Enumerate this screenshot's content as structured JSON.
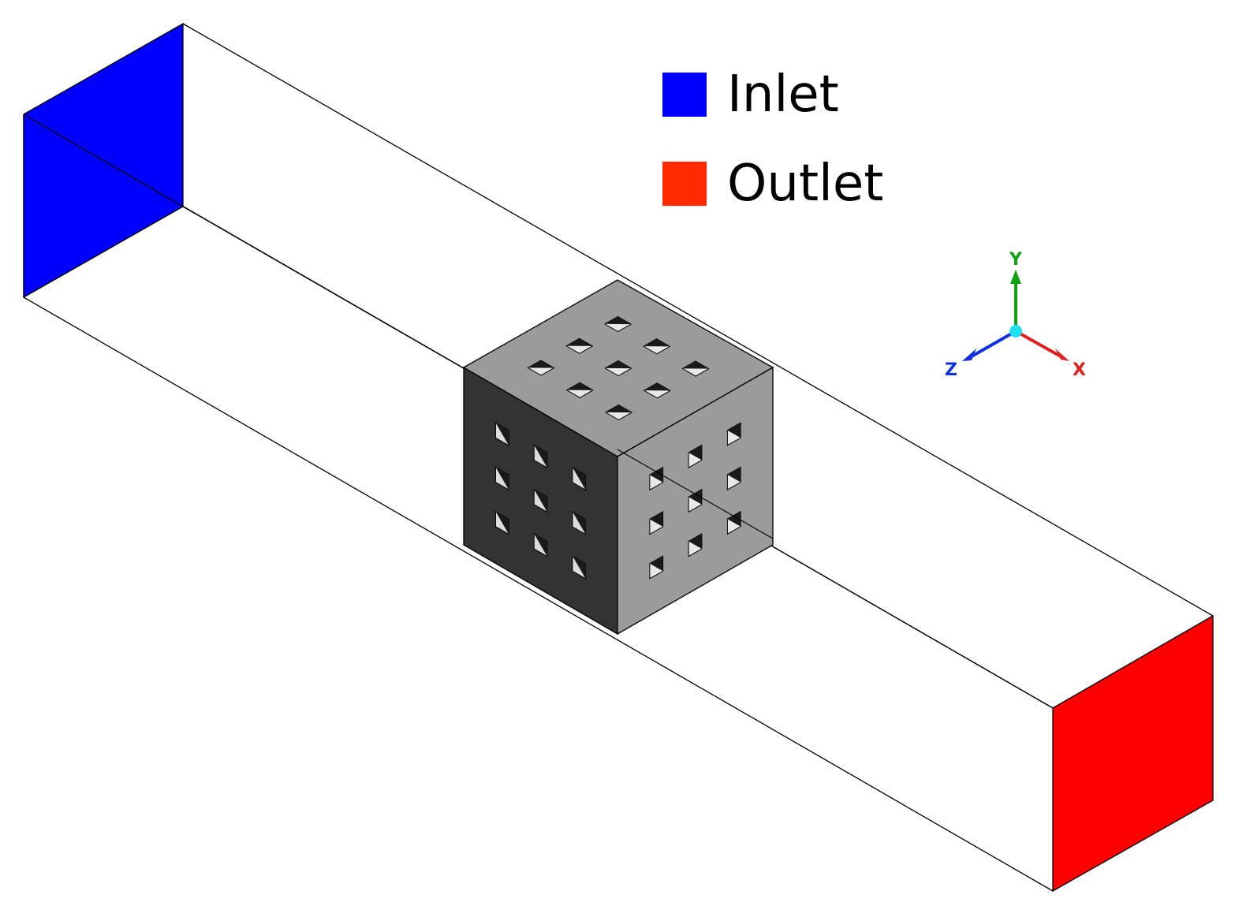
{
  "legend": {
    "items": [
      {
        "label": "Inlet",
        "color": "#0000ff"
      },
      {
        "label": "Outlet",
        "color": "#ff2a00"
      }
    ]
  },
  "axes": {
    "x": {
      "label": "X",
      "color": "#e02020"
    },
    "y": {
      "label": "Y",
      "color": "#10a010"
    },
    "z": {
      "label": "Z",
      "color": "#1030e0"
    },
    "origin_color": "#20e0f0"
  },
  "colors": {
    "inlet_face": "#0000ff",
    "outlet_face": "#ff0000",
    "cube_top": "#9b9b9b",
    "cube_front_left": "#333333",
    "cube_right": "#9b9b9b",
    "edge": "#000000"
  },
  "cube": {
    "holes_per_face": 9,
    "hole_grid": "3x3"
  }
}
